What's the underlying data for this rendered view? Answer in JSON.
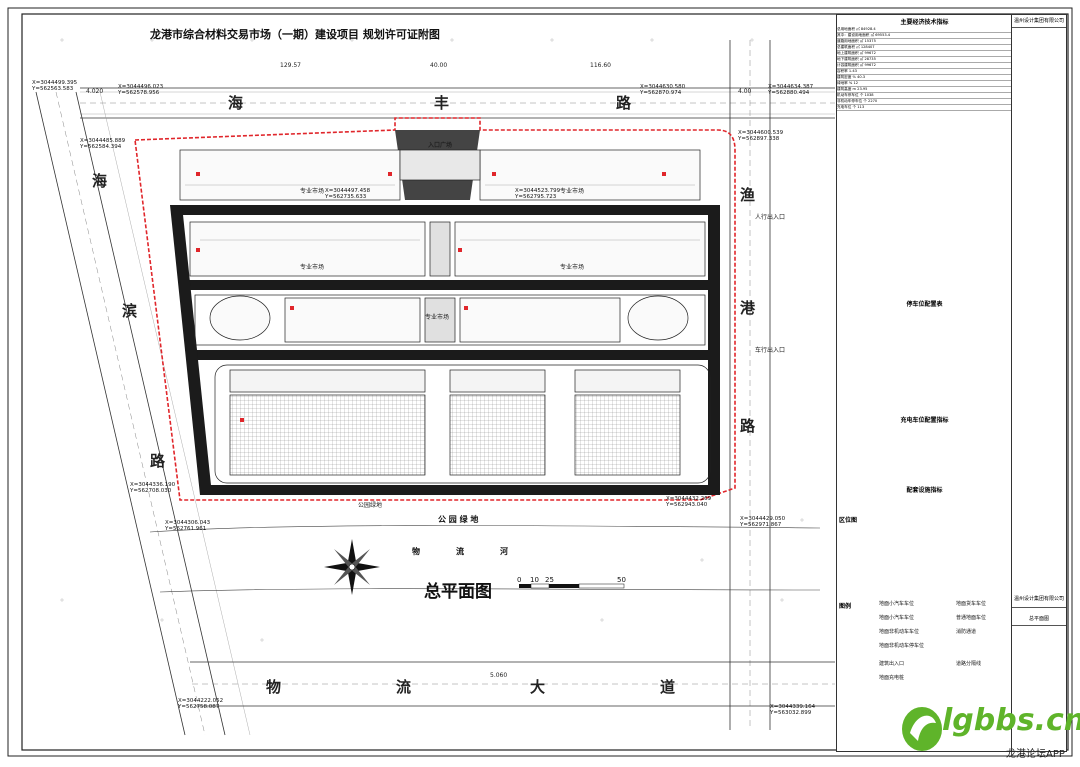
{
  "drawing": {
    "title": "龙港市综合材料交易市场（一期）建设项目 规划许可证附图",
    "main_title": "总平面图",
    "scale_ticks": [
      "0",
      "10",
      "25",
      "50"
    ]
  },
  "roads": {
    "north": [
      "海",
      "丰",
      "路"
    ],
    "east": [
      "渔",
      "港",
      "路"
    ],
    "west": [
      "海",
      "滨",
      "路"
    ],
    "south_road": [
      "物",
      "流",
      "大",
      "道"
    ],
    "park": "公 园 绿 地",
    "river": [
      "物",
      "流",
      "河"
    ]
  },
  "dimensions": {
    "top": [
      "129.57",
      "40.00",
      "116.60"
    ],
    "left_road": "4.020",
    "right_road": "4.00",
    "bottom_road": "5.060"
  },
  "coordinates": [
    {
      "x": "X=3044499.395",
      "y": "Y=562563.583"
    },
    {
      "x": "X=3044496.023",
      "y": "Y=562578.956"
    },
    {
      "x": "X=3044630.580",
      "y": "Y=562870.974"
    },
    {
      "x": "X=3044634.387",
      "y": "Y=562880.494"
    },
    {
      "x": "X=3044485.889",
      "y": "Y=562584.394"
    },
    {
      "x": "X=3044600.539",
      "y": "Y=562897.338"
    },
    {
      "x": "X=3044497.458",
      "y": "Y=562735.633"
    },
    {
      "x": "X=3044523.799",
      "y": "Y=562795.723"
    },
    {
      "x": "X=3044306.043",
      "y": "Y=562761.961"
    },
    {
      "x": "X=3044336.190",
      "y": "Y=562708.030"
    },
    {
      "x": "X=3044432.269",
      "y": "Y=562943.040"
    },
    {
      "x": "X=3044429.050",
      "y": "Y=562971.867"
    },
    {
      "x": "X=3044222.052",
      "y": "Y=562758.087"
    },
    {
      "x": "X=3044339.164",
      "y": "Y=563032.899"
    }
  ],
  "labels": {
    "entrance_plaza": "入口广场",
    "pedestrian_entrance": "人行出入口",
    "vehicle_entrance": "车行出入口",
    "zone_markets": "专业市场",
    "park_lot": "公园绿地"
  },
  "panel": {
    "heading": "主要经济技术指标",
    "parking_heading": "停车位配置表",
    "charging_heading": "充电车位配置指标",
    "facility_heading": "配套设施指标",
    "location_heading": "区位图",
    "legend_heading": "图例",
    "legend_items": [
      "地面小汽车车位",
      "地面小汽车车位",
      "地面非机动车车位",
      "地面非机动车停车位",
      "地面货车车位",
      "普通地面车位",
      "消防通道",
      "建筑出入口",
      "地面充电桩",
      "道路分隔线"
    ],
    "rows": [
      "总用地面积 ㎡ 84928.4",
      "其中：建设用地面积 ㎡ 69553.4",
      "道路用地面积 ㎡ 15375",
      "总建筑面积 ㎡ 128407",
      "地上建筑面积 ㎡ 99672",
      "地下建筑面积 ㎡ 28735",
      "计容建筑面积 ㎡ 99672",
      "容积率 1.43",
      "建筑密度 % 40.3",
      "绿地率 % 12",
      "建筑高度 m 23.95",
      "机动车停车位 个 1038",
      "非机动车停车位 个 2270",
      "充电车位 个 113"
    ]
  },
  "title_block": {
    "company": "温州设计集团有限公司",
    "drawing_name": "总平面图"
  },
  "watermark": {
    "text": "lgbbs.cn",
    "sub": "龙港论坛APP"
  },
  "colors": {
    "boundary_red": "#e0262b",
    "line": "#111111",
    "road_fill": "#1b1b1b",
    "watermark_green": "#5fb42a"
  }
}
